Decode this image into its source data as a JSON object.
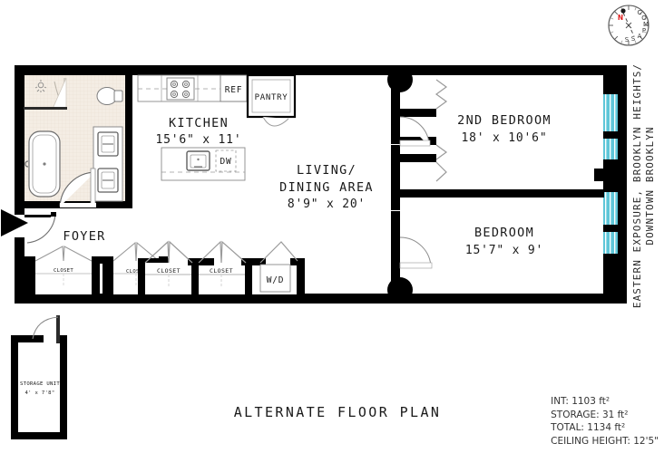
{
  "title": "ALTERNATE FLOOR PLAN",
  "exposure": {
    "line1": "EASTERN EXPOSURE, BROOKLYN HEIGHTS/",
    "line2": "DOWNTOWN BROOKLYN"
  },
  "compass": {
    "label": "COMPASS",
    "north": "N",
    "letters": [
      "C",
      "O",
      "M",
      "P",
      "A",
      "S",
      "S"
    ]
  },
  "rooms": {
    "bath": {
      "name": "BATH",
      "dim": ""
    },
    "kitchen": {
      "name": "KITCHEN",
      "dim": "15'6\" x 11'"
    },
    "living": {
      "name_line1": "LIVING/",
      "name_line2": "DINING AREA",
      "dim": "8'9\" x 20'"
    },
    "foyer": {
      "name": "FOYER",
      "dim": ""
    },
    "bedroom2": {
      "name": "2ND BEDROOM",
      "dim": "18' x 10'6\""
    },
    "bedroom1": {
      "name": "BEDROOM",
      "dim": "15'7\" x 9'"
    },
    "storage": {
      "name_line1": "STORAGE UNIT",
      "name_line2": "4' x 7'8\""
    }
  },
  "fixtures": {
    "pantry": "PANTRY",
    "refrigerator": "REF",
    "dishwasher": "DW",
    "washer_dryer": "W/D",
    "closet_small_1": "CLOSET",
    "closet_small_2": "CLOSET",
    "closet_large_1": "CLOSET",
    "closet_large_2": "CLOSET"
  },
  "stats": [
    "INT: 1103 ft²",
    "STORAGE: 31 ft²",
    "TOTAL: 1134 ft²",
    "CEILING HEIGHT: 12'5\""
  ],
  "colors": {
    "wall": "#000000",
    "window": "#5ec6d8",
    "bath_floor": "#f3ece3",
    "background": "#ffffff",
    "north_marker": "#e02020",
    "text": "#1a1a1a"
  }
}
